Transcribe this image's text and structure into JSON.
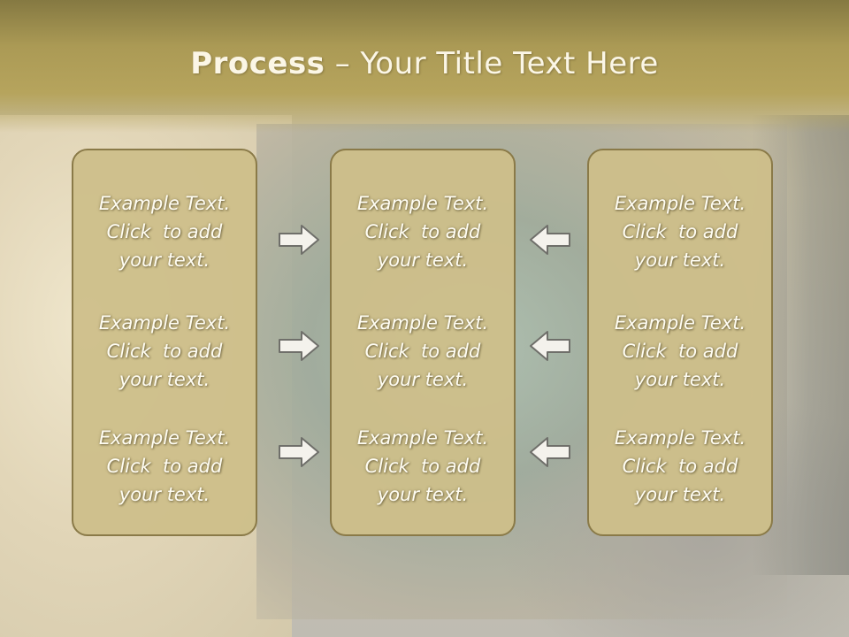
{
  "title": {
    "bold": "Process",
    "rest": " – Your Title Text Here"
  },
  "panels": [
    {
      "blocks": [
        {
          "line1": "Example Text.",
          "line2": "Click  to add",
          "line3": "your text."
        },
        {
          "line1": "Example Text.",
          "line2": "Click  to add",
          "line3": "your text."
        },
        {
          "line1": "Example Text.",
          "line2": "Click  to add",
          "line3": "your text."
        }
      ]
    },
    {
      "blocks": [
        {
          "line1": "Example Text.",
          "line2": "Click  to add",
          "line3": "your text."
        },
        {
          "line1": "Example Text.",
          "line2": "Click  to add",
          "line3": "your text."
        },
        {
          "line1": "Example Text.",
          "line2": "Click  to add",
          "line3": "your text."
        }
      ]
    },
    {
      "blocks": [
        {
          "line1": "Example Text.",
          "line2": "Click  to add",
          "line3": "your text."
        },
        {
          "line1": "Example Text.",
          "line2": "Click  to add",
          "line3": "your text."
        },
        {
          "line1": "Example Text.",
          "line2": "Click  to add",
          "line3": "your text."
        }
      ]
    }
  ],
  "arrows": {
    "left_column": "arrow-right-icon",
    "right_column": "arrow-left-icon"
  },
  "colors": {
    "header": "#ab9a55",
    "panel": "#cebf8a",
    "panel_border": "#8a7a48",
    "text": "#fffdf3"
  }
}
